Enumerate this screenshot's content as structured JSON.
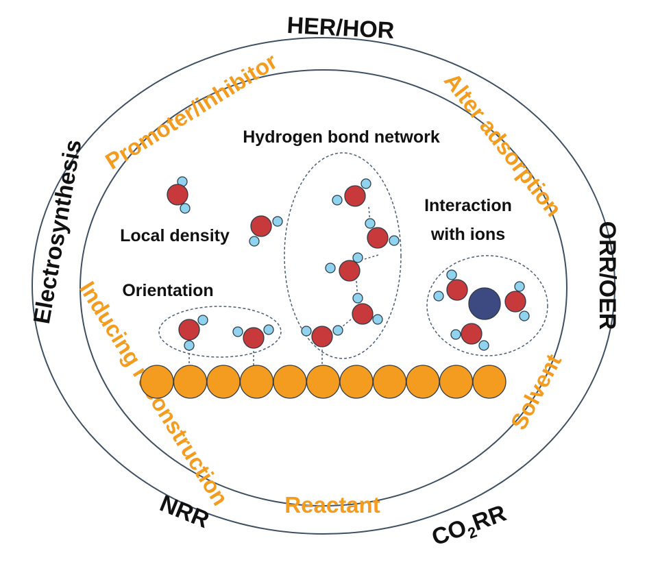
{
  "outer_labels": {
    "her_hor": "HER/HOR",
    "orr_oer": "ORR/OER",
    "co2rr_prefix": "CO",
    "co2rr_sub": "2",
    "co2rr_suffix": "RR",
    "nrr": "NRR",
    "electrosynthesis": "Electrosynthesis"
  },
  "role_labels": {
    "promoter": "Promoter/inhibitor",
    "alter": "Alter adsorption",
    "solvent": "Solvent",
    "reactant": "Reactant",
    "inducing": "Inducing reconstruction"
  },
  "inner_labels": {
    "hbond": "Hydrogen bond network",
    "local_density": "Local density",
    "interaction_1": "Interaction",
    "interaction_2": "with ions",
    "orientation": "Orientation"
  },
  "colors": {
    "orange": "#f39c1f",
    "oxygen": "#c8393b",
    "hydrogen": "#8fd3ef",
    "ion": "#3d4a82",
    "line": "#4a5f72"
  }
}
